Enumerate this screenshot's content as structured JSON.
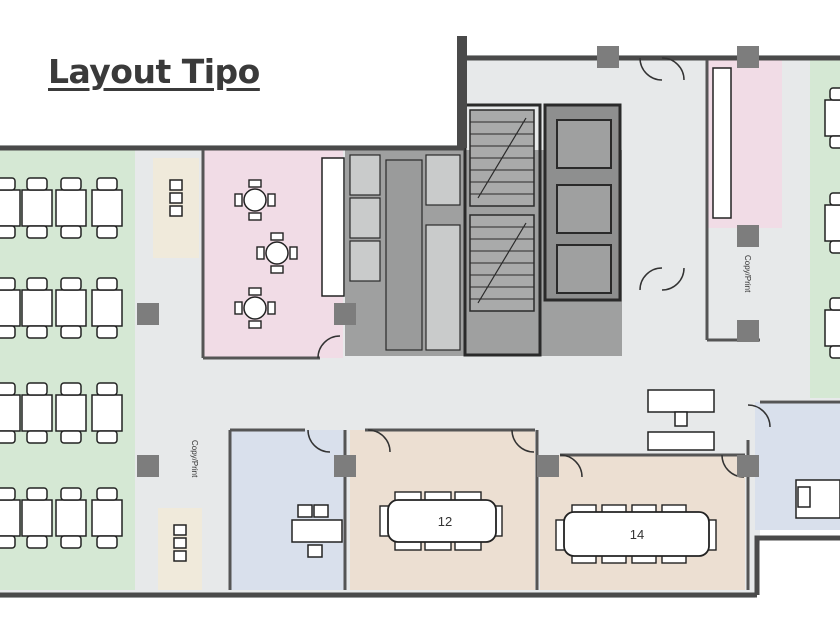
{
  "title": "Layout Tipo",
  "colors": {
    "corridor": "#e7e9ea",
    "open_workspace": "#d5e8d4",
    "lounge": "#f1dce6",
    "office": "#d9e0ec",
    "meeting_room": "#ecdfd2",
    "storage": "#f0eadb",
    "core": "#9fa0a0",
    "wall": "#4a4a4a"
  },
  "labels": {
    "copy_print_left": "Copy/Print",
    "copy_print_right": "Copy/Print",
    "meeting_room_a_seats": "12",
    "meeting_room_b_seats": "14"
  }
}
